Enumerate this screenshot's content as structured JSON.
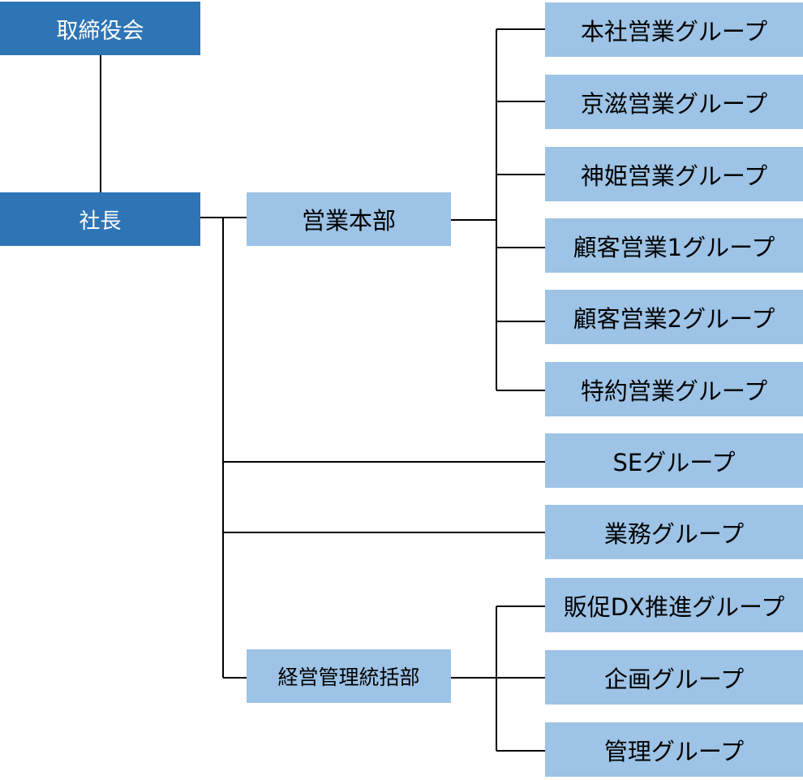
{
  "board": {
    "label": "取締役会"
  },
  "president": {
    "label": "社長"
  },
  "sales_hq": {
    "label": "営業本部",
    "groups": [
      "本社営業グループ",
      "京滋営業グループ",
      "神姫営業グループ",
      "顧客営業1グループ",
      "顧客営業2グループ",
      "特約営業グループ"
    ]
  },
  "direct_groups": [
    "SEグループ",
    "業務グループ"
  ],
  "mgmt_division": {
    "label": "経営管理統括部",
    "groups": [
      "販促DX推進グループ",
      "企画グループ",
      "管理グループ"
    ]
  },
  "colors": {
    "top_box": "#2e75b6",
    "unit_box": "#9dc3e6",
    "line": "#000000"
  }
}
